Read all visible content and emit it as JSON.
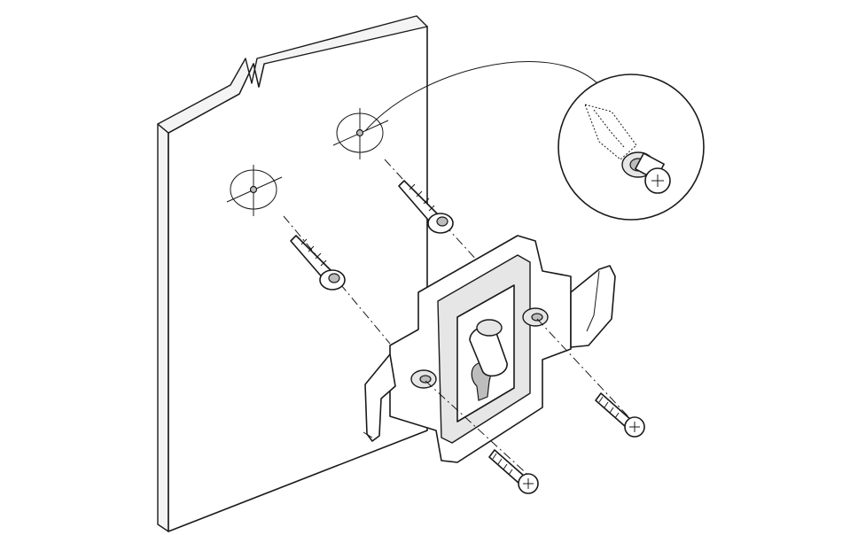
{
  "figure": {
    "kind": "wall-mount-installation-diagram",
    "parts": [
      "wall",
      "wall-anchor",
      "wall-anchor",
      "mounting-bracket",
      "mounting-screw",
      "mounting-screw",
      "detail-callout"
    ],
    "colors": {
      "line": "#1a1a1a",
      "background": "#ffffff",
      "shade": "#e6e6e6"
    }
  }
}
